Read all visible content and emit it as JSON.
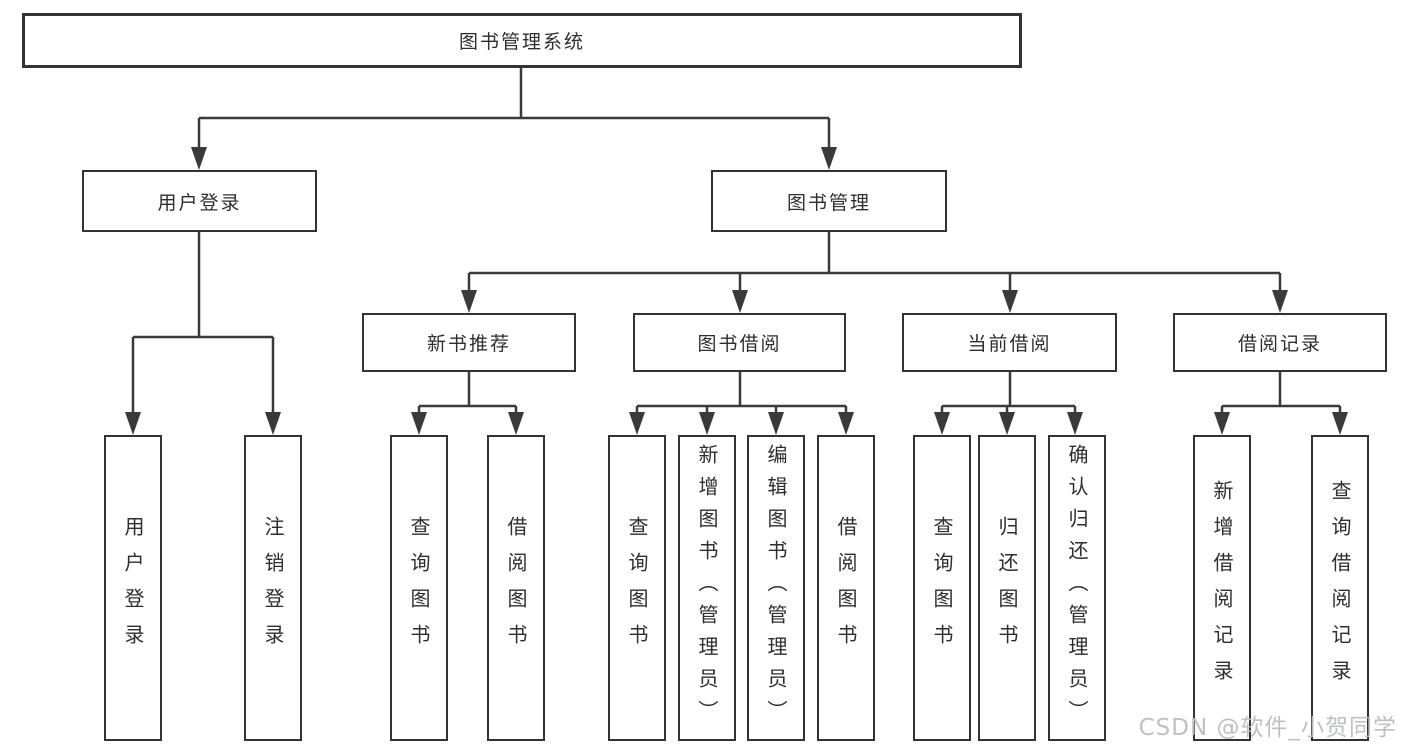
{
  "diagram": {
    "root": {
      "label": "图书管理系统"
    },
    "level2": [
      {
        "id": "user-login",
        "label": "用户登录"
      },
      {
        "id": "book-management",
        "label": "图书管理"
      }
    ],
    "level3": [
      {
        "id": "new-book-recommend",
        "label": "新书推荐"
      },
      {
        "id": "book-borrow",
        "label": "图书借阅"
      },
      {
        "id": "current-borrow",
        "label": "当前借阅"
      },
      {
        "id": "borrow-records",
        "label": "借阅记录"
      }
    ],
    "leaves": [
      {
        "id": "user-login-leaf",
        "parent": "user-login",
        "label": "用户登录"
      },
      {
        "id": "logout",
        "parent": "user-login",
        "label": "注销登录"
      },
      {
        "id": "query-books-1",
        "parent": "new-book-recommend",
        "label": "查询图书"
      },
      {
        "id": "borrow-books-1",
        "parent": "new-book-recommend",
        "label": "借阅图书"
      },
      {
        "id": "query-books-2",
        "parent": "book-borrow",
        "label": "查询图书"
      },
      {
        "id": "add-book-admin",
        "parent": "book-borrow",
        "label": "新增图书（管理员）"
      },
      {
        "id": "edit-book-admin",
        "parent": "book-borrow",
        "label": "编辑图书（管理员）"
      },
      {
        "id": "borrow-books-2",
        "parent": "book-borrow",
        "label": "借阅图书"
      },
      {
        "id": "query-books-3",
        "parent": "current-borrow",
        "label": "查询图书"
      },
      {
        "id": "return-books",
        "parent": "current-borrow",
        "label": "归还图书"
      },
      {
        "id": "confirm-return-admin",
        "parent": "current-borrow",
        "label": "确认归还（管理员）"
      },
      {
        "id": "add-borrow-record",
        "parent": "borrow-records",
        "label": "新增借阅记录"
      },
      {
        "id": "query-borrow-record",
        "parent": "borrow-records",
        "label": "查询借阅记录"
      }
    ]
  },
  "watermark": "CSDN @软件_小贺同学",
  "colors": {
    "border": "#333333",
    "line": "#3a3a3a",
    "text": "#2e2e2e",
    "watermark": "#bcbdbf",
    "background": "#ffffff"
  }
}
